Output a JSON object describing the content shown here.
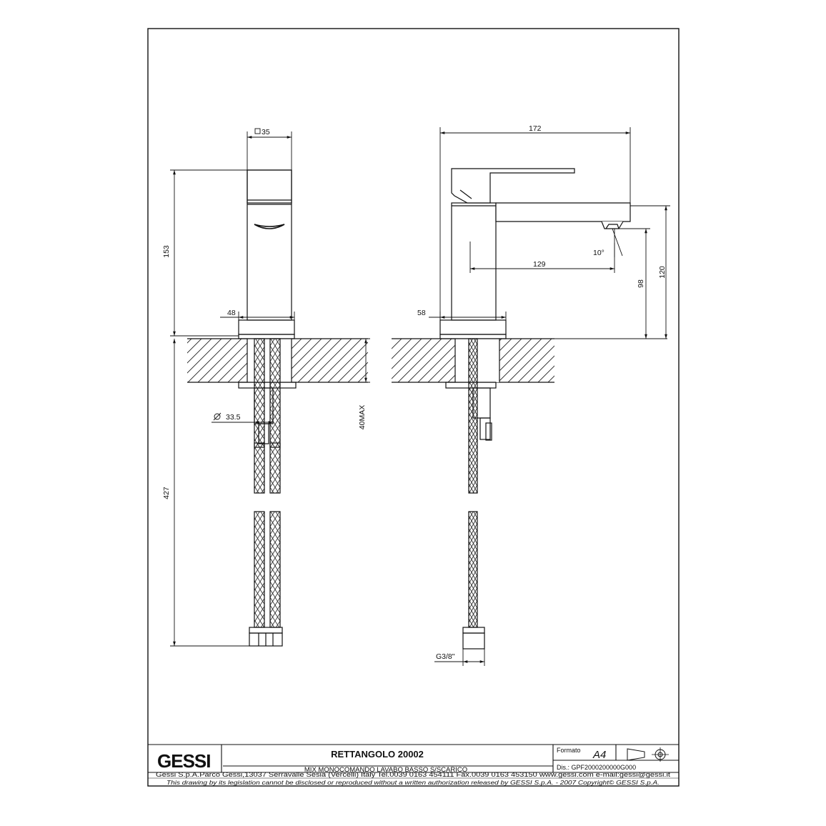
{
  "drawing": {
    "dimensions": {
      "square_top": "35",
      "height_total": "153",
      "base_width_left": "48",
      "base_width_right": "58",
      "depth_total": "172",
      "spout_reach": "129",
      "spout_angle": "10°",
      "spout_height": "98",
      "lever_height": "120",
      "counter_max": "40MAX",
      "hose_length": "427",
      "hole_diameter": "33.5",
      "thread": "G3/8\""
    }
  },
  "title_block": {
    "logo": "GESSI",
    "product_title": "RETTANGOLO 20002",
    "product_subtitle": "MIX MONOCOMANDO LAVABO BASSO S/SCARICO",
    "format_label": "Formato",
    "format_value": "A4",
    "drawing_number": "Dis.: GPF2000200000G000",
    "company_line": "Gessi S.p.A.Parco Gessi,13037 Serravalle Sesia (Vercelli) Italy Tel.0039 0163 454111 Fax.0039 0163 453150 www.gessi.com e-mail:gessi@gessi.it",
    "legal_notice": "This drawing by its legislation cannot be disclosed or reproduced without a written authorization released by GESSI S.p.A. - 2007 Copyright© GESSI S.p.A."
  }
}
